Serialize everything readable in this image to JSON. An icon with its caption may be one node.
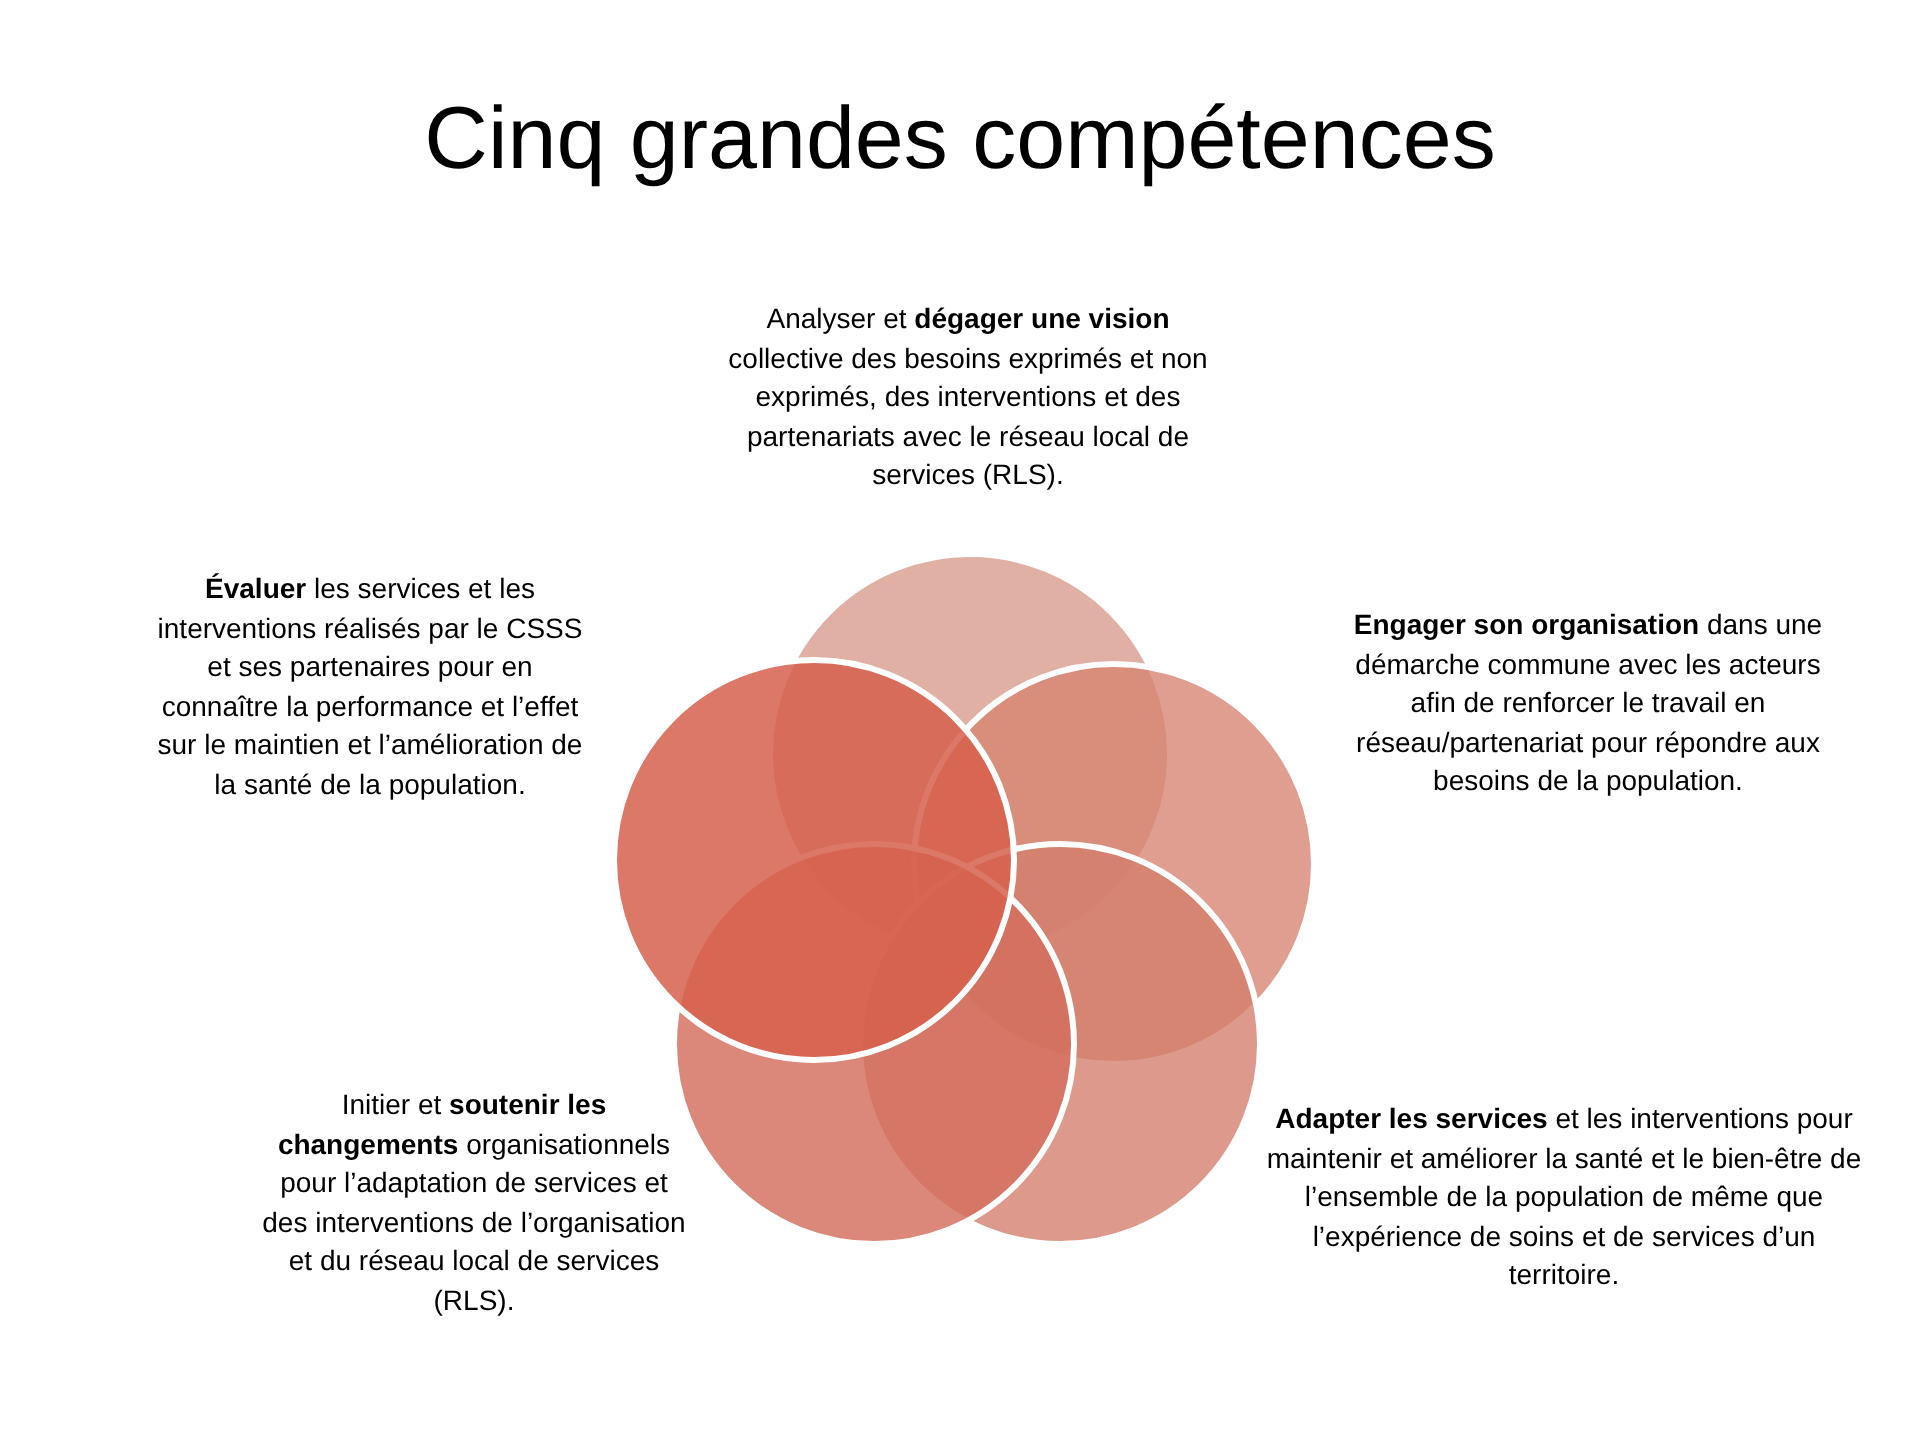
{
  "diagram": {
    "title": "Cinq grandes compétences",
    "nodes": [
      {
        "text": [],
        "shape": "circle",
        "beside": [
          "Analyser et **dégager une vision** collective des besoins exprimés et non exprimés, des interventions et des partenariats avec le réseau local de services (RLS)."
        ]
      },
      {
        "text": [],
        "shape": "circle",
        "beside": [
          "**Engager son organisation** dans une démarche commune avec les acteurs afin de renforcer le travail en réseau/partenariat pour répondre aux besoins de la population."
        ]
      },
      {
        "text": [],
        "shape": "circle",
        "beside": [
          "**Adapter les services** et les interventions pour maintenir et améliorer la santé et le bien-être de l’ensemble de la population de même que l’expérience de soins et de services d’un territoire."
        ]
      },
      {
        "text": [],
        "shape": "circle",
        "beside": [
          "Initier et **soutenir les changements** organisationnels pour l’adaptation de services et des interventions de l’organisation et du réseau local de services (RLS)."
        ]
      },
      {
        "text": [],
        "shape": "circle",
        "beside": [
          "**Évaluer** les services et les interventions réalisés par le CSSS et ses partenaires pour en connaître la performance et l’effet sur le maintien et l’amélioration de la santé de la population."
        ]
      }
    ]
  }
}
